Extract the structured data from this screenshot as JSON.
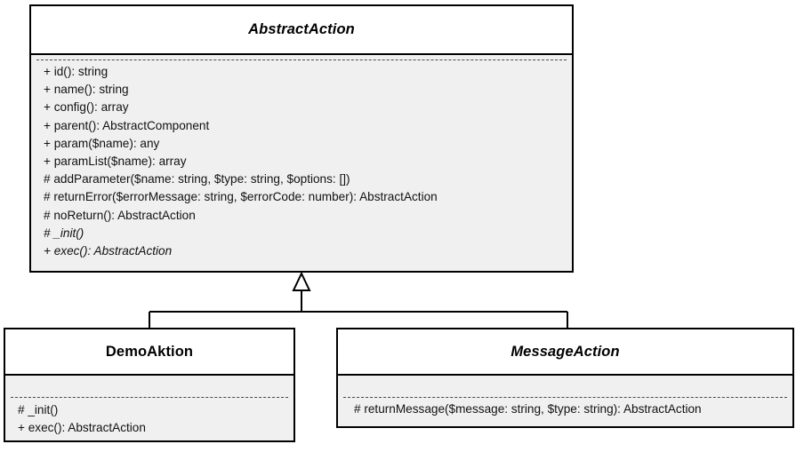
{
  "diagram": {
    "type": "uml-class-diagram",
    "background_color": "#ffffff",
    "line_color": "#000000",
    "compartment_color": "#f0f0f0",
    "header_color": "#ffffff",
    "classes": [
      {
        "name": "AbstractAction",
        "is_abstract": true,
        "attributes": [],
        "operations": [
          {
            "text": "+ id(): string",
            "is_abstract": false
          },
          {
            "text": "+ name(): string",
            "is_abstract": false
          },
          {
            "text": "+ config(): array",
            "is_abstract": false
          },
          {
            "text": "+ parent(): AbstractComponent",
            "is_abstract": false
          },
          {
            "text": "+ param($name): any",
            "is_abstract": false
          },
          {
            "text": "+ paramList($name): array",
            "is_abstract": false
          },
          {
            "text": "# addParameter($name: string, $type: string, $options: [])",
            "is_abstract": false
          },
          {
            "text": "# returnError($errorMessage: string, $errorCode: number): AbstractAction",
            "is_abstract": false
          },
          {
            "text": "# noReturn(): AbstractAction",
            "is_abstract": false
          },
          {
            "text": "# _init()",
            "is_abstract": true
          },
          {
            "text": "+ exec(): AbstractAction",
            "is_abstract": true
          }
        ]
      },
      {
        "name": "DemoAktion",
        "is_abstract": false,
        "attributes": [],
        "operations": [
          {
            "text": "# _init()",
            "is_abstract": false
          },
          {
            "text": "+ exec(): AbstractAction",
            "is_abstract": false
          }
        ]
      },
      {
        "name": "MessageAction",
        "is_abstract": true,
        "attributes": [],
        "operations": [
          {
            "text": "# returnMessage($message: string, $type: string): AbstractAction",
            "is_abstract": false
          }
        ]
      }
    ],
    "relationships": [
      {
        "kind": "generalization",
        "arrow": "hollow-triangle",
        "from": "DemoAktion",
        "to": "AbstractAction"
      },
      {
        "kind": "generalization",
        "arrow": "hollow-triangle",
        "from": "MessageAction",
        "to": "AbstractAction"
      }
    ]
  }
}
